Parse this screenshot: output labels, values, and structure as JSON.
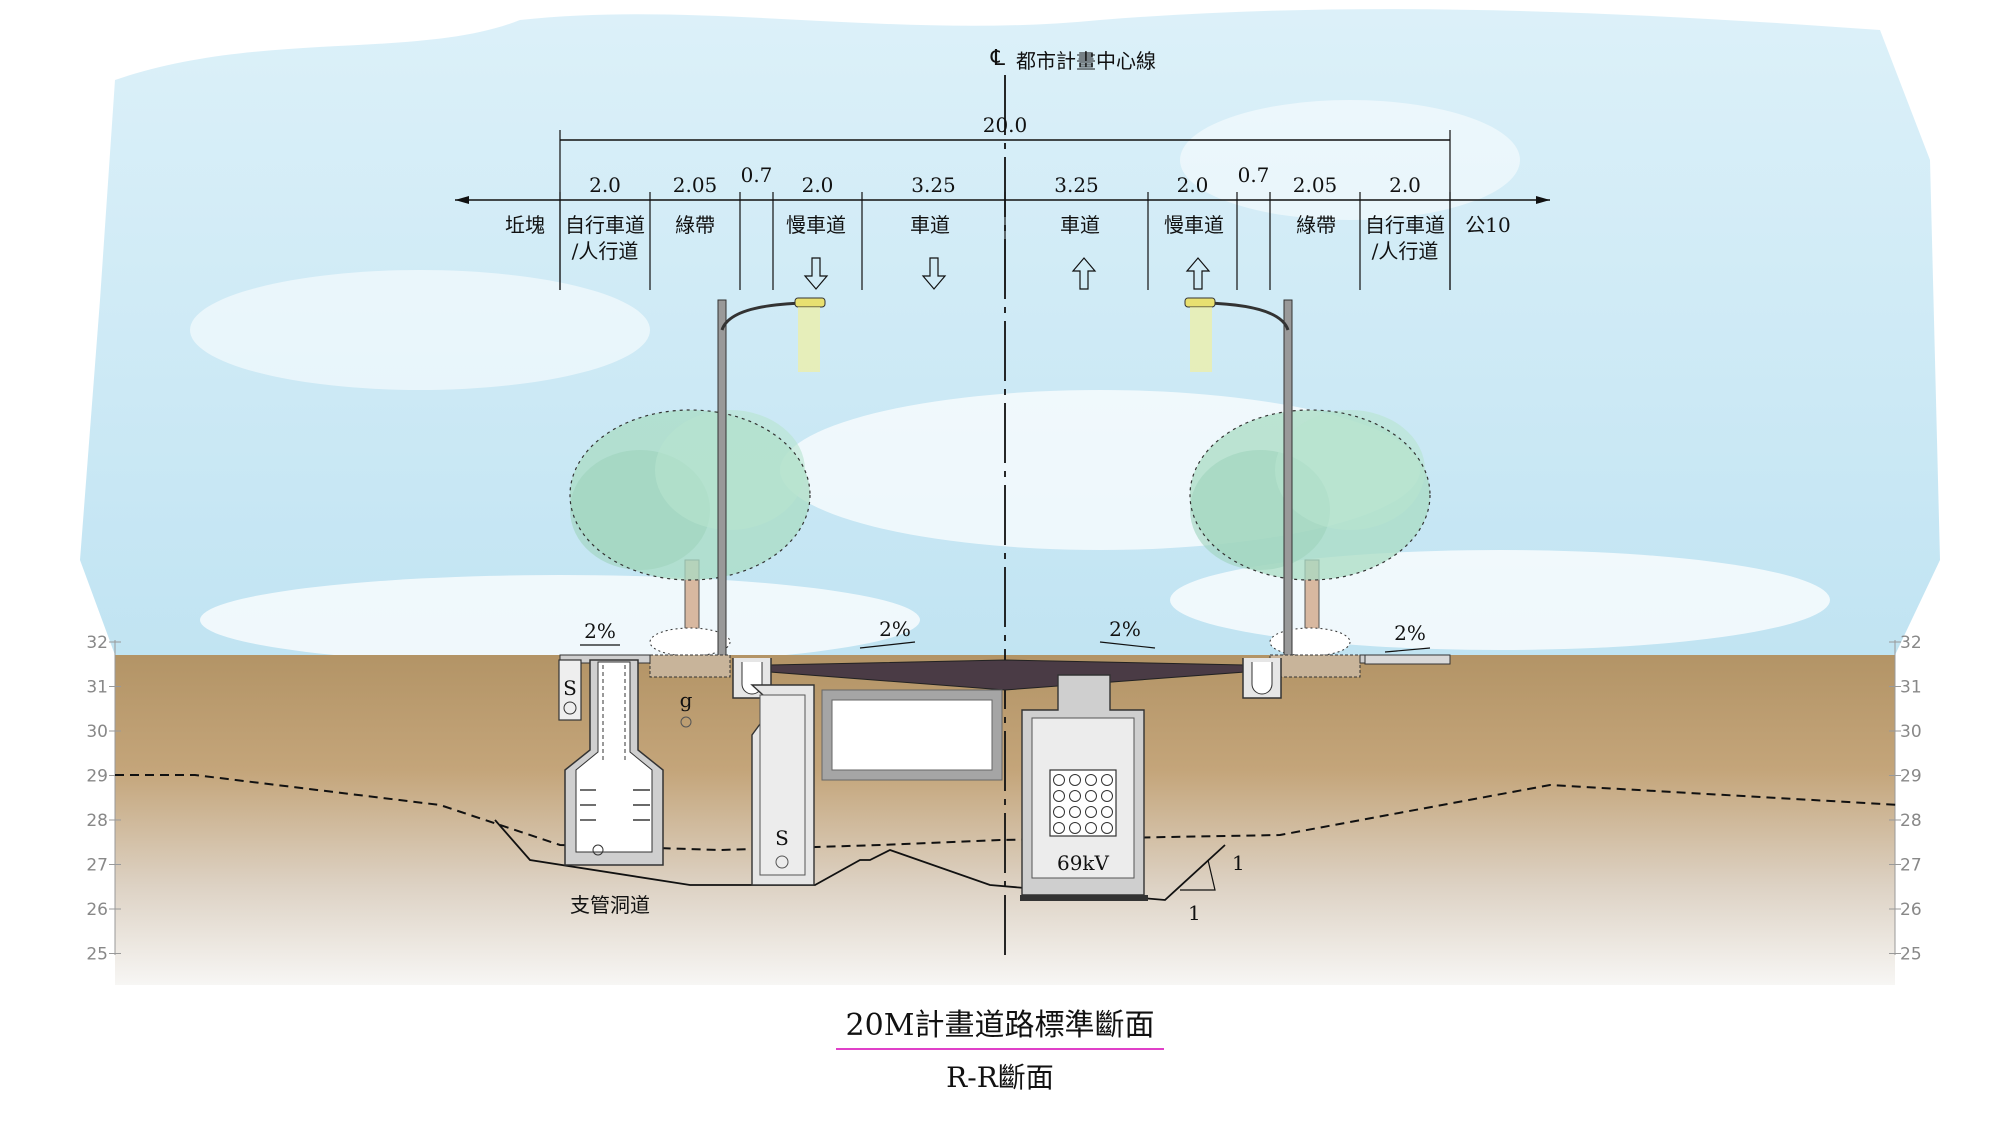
{
  "centerline": {
    "symbol": "℄",
    "label": "都市計畫中心線"
  },
  "total_width": "20.0",
  "segments": [
    {
      "width": "2.0"
    },
    {
      "width": "2.05"
    },
    {
      "width": "0.7"
    },
    {
      "width": "2.0"
    },
    {
      "width": "3.25"
    },
    {
      "width": "3.25"
    },
    {
      "width": "2.0"
    },
    {
      "width": "0.7"
    },
    {
      "width": "2.05"
    },
    {
      "width": "2.0"
    }
  ],
  "lanes_left": {
    "outside": "坵塊",
    "bike_line1": "自行車道",
    "bike_line2": "/人行道",
    "green": "綠帶",
    "slow": "慢車道",
    "road": "車道"
  },
  "lanes_right": {
    "road": "車道",
    "slow": "慢車道",
    "green": "綠帶",
    "bike_line1": "自行車道",
    "bike_line2": "/人行道",
    "outside": "公10"
  },
  "slopes": [
    "2%",
    "2%",
    "2%",
    "2%"
  ],
  "elevations": [
    "32",
    "31",
    "30",
    "29",
    "28",
    "27",
    "26",
    "25"
  ],
  "utility_labels": {
    "sewer_left": "S",
    "gas": "g",
    "sewer_culvert": "S",
    "power": "69kV",
    "branch_tunnel": "支管洞道",
    "slope_v": "1",
    "slope_h": "1"
  },
  "colors": {
    "soil_top": "#b39466",
    "soil_mid": "#c9b08a",
    "soil_bottom": "#f2f0ee",
    "sky": "#bfe3f2",
    "tree": "#9fd3bc",
    "pavement": "#4a3b45",
    "concrete": "#e6e6e6",
    "title_underline": "#e040c8"
  },
  "title": "20M計畫道路標準斷面",
  "subtitle": "R-R斷面"
}
